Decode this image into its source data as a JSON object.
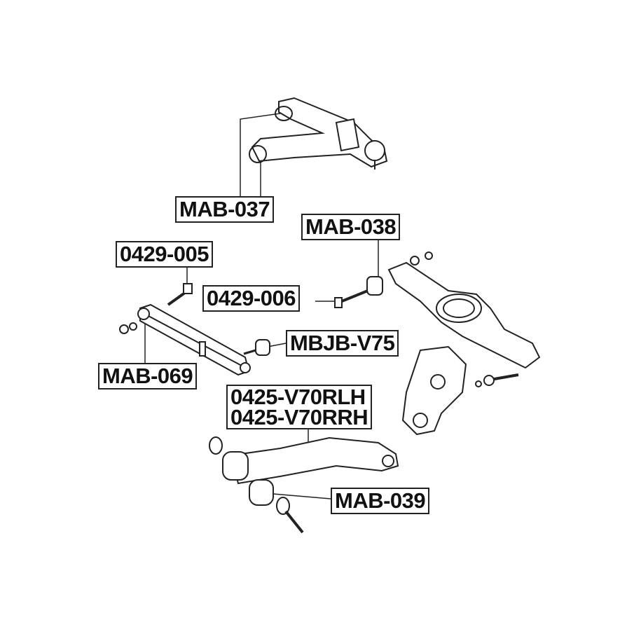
{
  "labels": {
    "mab037": "MAB-037",
    "mab038": "MAB-038",
    "p0429_005": "0429-005",
    "p0429_006": "0429-006",
    "mbjb_v75": "MBJB-V75",
    "mab069": "MAB-069",
    "p0425_lh": "0425-V70RLH",
    "p0425_rh": "0425-V70RRH",
    "mab039": "MAB-039"
  }
}
